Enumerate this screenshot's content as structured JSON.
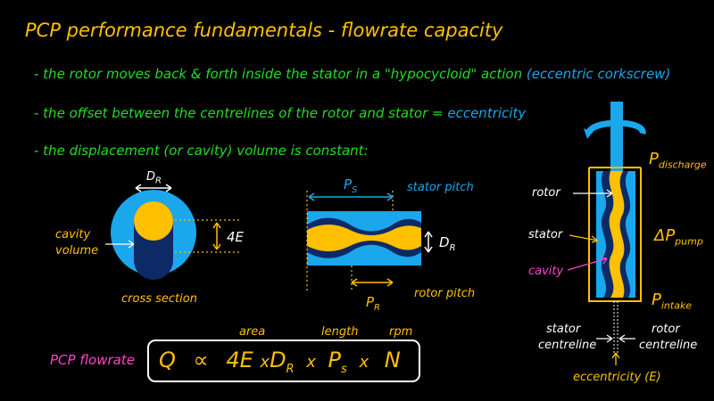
{
  "colors": {
    "title": "#FFC000",
    "green": "#22DD22",
    "blue": "#1AA7EC",
    "yellow": "#FFC000",
    "magenta": "#FF44CC",
    "navy": "#0D2A66",
    "white": "#FFFFFF"
  },
  "title": "PCP performance fundamentals  - flowrate capacity",
  "bullets": {
    "b1_main": "- the rotor moves back & forth inside the stator in a \"hypocycloid\" action",
    "b1_paren": "(eccentric corkscrew)",
    "b2_main": "- the offset between the centrelines of the rotor and stator =",
    "b2_term": "eccentricity",
    "b3": "- the displacement (or cavity) volume is constant:"
  },
  "cross_section": {
    "dr": "D",
    "dr_sub": "R",
    "four_e": "4E",
    "cavity_1": "cavity",
    "cavity_2": "volume",
    "caption": "cross section"
  },
  "pitch_diagram": {
    "ps": "P",
    "ps_sub": "S",
    "stator_pitch": "stator pitch",
    "dr": "D",
    "dr_sub": "R",
    "pr": "P",
    "pr_sub": "R",
    "rotor_pitch": "rotor pitch"
  },
  "pump": {
    "p_discharge": "P",
    "p_discharge_sub": "discharge",
    "rotor": "rotor",
    "stator": "stator",
    "delta_p": "ΔP",
    "delta_p_sub": "pump",
    "cavity": "cavity",
    "p_intake": "P",
    "p_intake_sub": "intake",
    "stator_cl_1": "stator",
    "stator_cl_2": "centreline",
    "rotor_cl_1": "rotor",
    "rotor_cl_2": "centreline",
    "eccentricity": "eccentricity (E)"
  },
  "formula": {
    "label": "PCP flowrate",
    "q": "Q",
    "prop": "∝",
    "four_e": "4E",
    "x1": "x",
    "dr": "D",
    "dr_sub": "R",
    "x2": "x",
    "ps": "P",
    "ps_sub": "s",
    "x3": "x",
    "n": "N",
    "area": "area",
    "length": "length",
    "rpm": "rpm"
  }
}
